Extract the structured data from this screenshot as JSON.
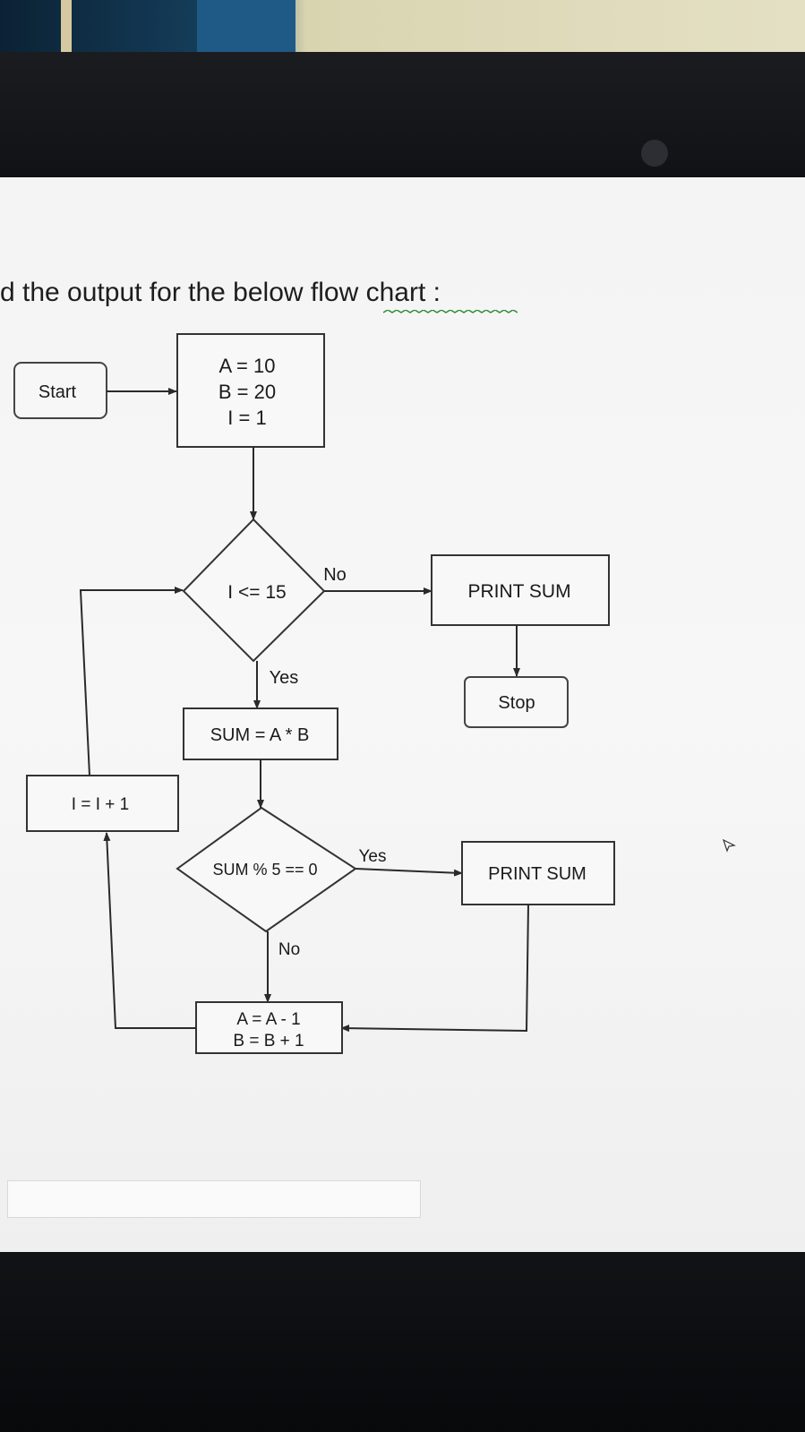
{
  "question": {
    "heading": "d the output for the below flow chart :"
  },
  "flowchart": {
    "start": "Start",
    "init": [
      "A = 10",
      "B = 20",
      "I = 1"
    ],
    "loop_condition": "I <= 15",
    "loop_no": "No",
    "loop_yes": "Yes",
    "print_sum_1": "PRINT SUM",
    "stop": "Stop",
    "sum_calc": "SUM = A * B",
    "increment": "I = I + 1",
    "mod_condition": "SUM % 5 == 0",
    "mod_yes": "Yes",
    "mod_no": "No",
    "print_sum_2": "PRINT SUM",
    "update": [
      "A = A - 1",
      "B = B + 1"
    ]
  },
  "answer": {
    "value": ""
  },
  "colors": {
    "line": "#2a2a2a",
    "box_border": "#3a3a3a",
    "screen_bg": "#f4f4f4"
  }
}
